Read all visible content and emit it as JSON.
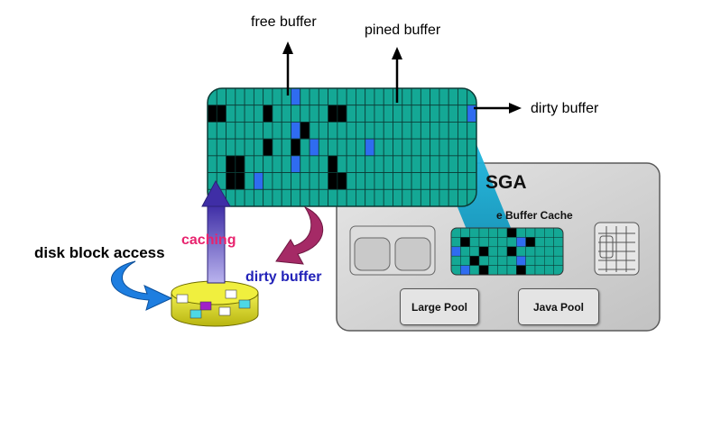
{
  "labels": {
    "free_buffer": "free buffer",
    "pined_buffer": "pined buffer",
    "dirty_buffer_top": "dirty buffer",
    "sga": "SGA",
    "buffer_cache": "e Buffer Cache",
    "disk_block_access": "disk block access",
    "caching": "caching",
    "dirty_buffer_bottom": "dirty buffer",
    "large_pool": "Large Pool",
    "java_pool": "Java Pool"
  },
  "colors": {
    "free": "#14a895",
    "pinned": "#000000",
    "dirty": "#2f6cf0",
    "grid_line": "#0b3b36",
    "sga_panel": "#d4d4d4",
    "caching_text": "#e8236e",
    "dirty_text": "#2222b8",
    "disk_top": "#e9e832",
    "cache_arrow": "#5a49b8",
    "dirty_arrow": "#a52a66",
    "disk_arrow": "#1e7ee0",
    "callout": "#1bb3d6"
  },
  "legend": {
    "0": "free",
    "1": "pinned",
    "2": "dirty"
  },
  "buffer_grid": [
    [
      0,
      0,
      0,
      0,
      0,
      0,
      0,
      0,
      0,
      2,
      0,
      0,
      0,
      0,
      0,
      0,
      0,
      0,
      0,
      0,
      0,
      0,
      0,
      0,
      0,
      0,
      0,
      0,
      0
    ],
    [
      1,
      1,
      0,
      0,
      0,
      0,
      1,
      0,
      0,
      0,
      0,
      0,
      0,
      1,
      1,
      0,
      0,
      0,
      0,
      0,
      0,
      0,
      0,
      0,
      0,
      0,
      0,
      0,
      2
    ],
    [
      0,
      0,
      0,
      0,
      0,
      0,
      0,
      0,
      0,
      2,
      1,
      0,
      0,
      0,
      0,
      0,
      0,
      0,
      0,
      0,
      0,
      0,
      0,
      0,
      0,
      0,
      0,
      0,
      0
    ],
    [
      0,
      0,
      0,
      0,
      0,
      0,
      1,
      0,
      0,
      1,
      0,
      2,
      0,
      0,
      0,
      0,
      0,
      2,
      0,
      0,
      0,
      0,
      0,
      0,
      0,
      0,
      0,
      0,
      0
    ],
    [
      0,
      0,
      1,
      1,
      0,
      0,
      0,
      0,
      0,
      2,
      0,
      0,
      0,
      1,
      0,
      0,
      0,
      0,
      0,
      0,
      0,
      0,
      0,
      0,
      0,
      0,
      0,
      0,
      0
    ],
    [
      0,
      0,
      1,
      1,
      0,
      2,
      0,
      0,
      0,
      0,
      0,
      0,
      0,
      1,
      1,
      0,
      0,
      0,
      0,
      0,
      0,
      0,
      0,
      0,
      0,
      0,
      0,
      0,
      0
    ],
    [
      0,
      0,
      0,
      0,
      0,
      0,
      0,
      0,
      0,
      0,
      0,
      0,
      0,
      0,
      0,
      0,
      0,
      0,
      0,
      0,
      0,
      0,
      0,
      0,
      0,
      0,
      0,
      0,
      0
    ]
  ],
  "mini_grid": [
    [
      0,
      0,
      0,
      0,
      0,
      0,
      1,
      0,
      0,
      0,
      0,
      0
    ],
    [
      0,
      1,
      0,
      0,
      0,
      0,
      0,
      2,
      1,
      0,
      0,
      0
    ],
    [
      2,
      0,
      0,
      1,
      0,
      0,
      1,
      0,
      0,
      0,
      0,
      0
    ],
    [
      0,
      0,
      1,
      0,
      0,
      0,
      0,
      2,
      0,
      0,
      0,
      0
    ],
    [
      0,
      2,
      0,
      1,
      0,
      0,
      0,
      1,
      0,
      0,
      0,
      0
    ]
  ],
  "disk_blocks": [
    {
      "color": "#ffffff"
    },
    {
      "color": "#a020c8"
    },
    {
      "color": "#4dd8e6"
    },
    {
      "color": "#ffffff"
    },
    {
      "color": "#4dd8e6"
    },
    {
      "color": "#ffffff"
    }
  ]
}
